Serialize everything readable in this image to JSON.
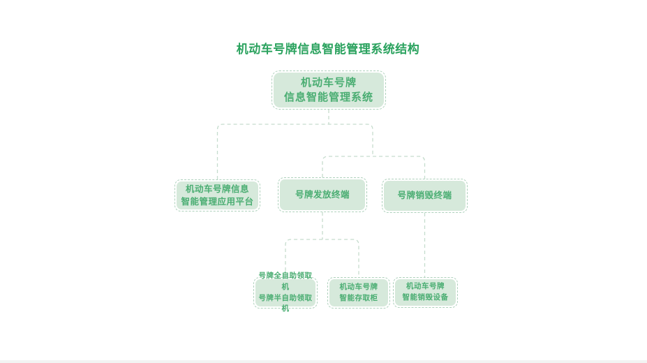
{
  "page": {
    "title": "机动车号牌信息智能管理系统结构"
  },
  "diagram": {
    "nodes": {
      "root": {
        "line1": "机动车号牌",
        "line2": "信息智能管理系统"
      },
      "platform": {
        "line1": "机动车号牌信息",
        "line2": "智能管理应用平台"
      },
      "issue": {
        "line1": "号牌发放终端"
      },
      "destroy": {
        "line1": "号牌销毁终端"
      },
      "pickup": {
        "line1": "号牌全自助领取机",
        "line2": "号牌半自助领取机"
      },
      "cabinet": {
        "line1": "机动车号牌",
        "line2": "智能存取柜"
      },
      "destroydev": {
        "line1": "机动车号牌",
        "line2": "智能销毁设备"
      }
    },
    "colors": {
      "title_text": "#2aa25e",
      "node_text": "#4aad72",
      "node_fill": "#d6e9db",
      "node_border": "#aed1bc",
      "connector": "#c5dccd"
    }
  }
}
